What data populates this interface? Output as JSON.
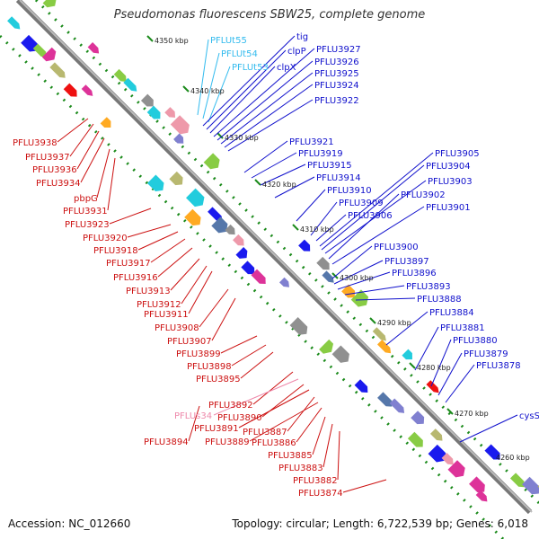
{
  "title": "Pseudomonas fluorescens SBW25, complete genome",
  "footer": {
    "accession": "Accession: NC_012660",
    "summary": "Topology: circular; Length: 6,722,539 bp; Genes: 6,018"
  },
  "colors": {
    "right_label": "#1010cc",
    "left_label": "#cc1010",
    "trna_label": "#33bbee",
    "pseudo_label": "#ee88aa",
    "scale_dot": "#1a8a1a",
    "backbone": "#8a8a8a"
  },
  "scale_labels": [
    "4350 kbp",
    "4340 kbp",
    "4330 kbp",
    "4320 kbp",
    "4310 kbp",
    "4300 kbp",
    "4290 kbp",
    "4280 kbp",
    "4270 kbp",
    "4260 kbp"
  ],
  "right_labels": [
    {
      "text": "PFLUt55",
      "color": "trna"
    },
    {
      "text": "PFLUt54",
      "color": "trna"
    },
    {
      "text": "PFLUt53",
      "color": "trna"
    },
    {
      "text": "tig",
      "color": "blue"
    },
    {
      "text": "clpP",
      "color": "blue"
    },
    {
      "text": "clpX",
      "color": "blue"
    },
    {
      "text": "PFLU3927",
      "color": "blue"
    },
    {
      "text": "PFLU3926",
      "color": "blue"
    },
    {
      "text": "PFLU3925",
      "color": "blue"
    },
    {
      "text": "PFLU3924",
      "color": "blue"
    },
    {
      "text": "PFLU3922",
      "color": "blue"
    },
    {
      "text": "PFLU3921",
      "color": "blue"
    },
    {
      "text": "PFLU3919",
      "color": "blue"
    },
    {
      "text": "PFLU3915",
      "color": "blue"
    },
    {
      "text": "PFLU3914",
      "color": "blue"
    },
    {
      "text": "PFLU3910",
      "color": "blue"
    },
    {
      "text": "PFLU3909",
      "color": "blue"
    },
    {
      "text": "PFLU3906",
      "color": "blue"
    },
    {
      "text": "PFLU3905",
      "color": "blue"
    },
    {
      "text": "PFLU3904",
      "color": "blue"
    },
    {
      "text": "PFLU3903",
      "color": "blue"
    },
    {
      "text": "PFLU3902",
      "color": "blue"
    },
    {
      "text": "PFLU3901",
      "color": "blue"
    },
    {
      "text": "PFLU3900",
      "color": "blue"
    },
    {
      "text": "PFLU3897",
      "color": "blue"
    },
    {
      "text": "PFLU3896",
      "color": "blue"
    },
    {
      "text": "PFLU3893",
      "color": "blue"
    },
    {
      "text": "PFLU3888",
      "color": "blue"
    },
    {
      "text": "PFLU3884",
      "color": "blue"
    },
    {
      "text": "PFLU3881",
      "color": "blue"
    },
    {
      "text": "PFLU3880",
      "color": "blue"
    },
    {
      "text": "PFLU3879",
      "color": "blue"
    },
    {
      "text": "PFLU3878",
      "color": "blue"
    },
    {
      "text": "cysS",
      "color": "blue"
    }
  ],
  "left_labels": [
    {
      "text": "PFLU3938",
      "color": "red"
    },
    {
      "text": "PFLU3937",
      "color": "red"
    },
    {
      "text": "PFLU3936",
      "color": "red"
    },
    {
      "text": "PFLU3934",
      "color": "red"
    },
    {
      "text": "pbpG",
      "color": "red"
    },
    {
      "text": "PFLU3931",
      "color": "red"
    },
    {
      "text": "PFLU3923",
      "color": "red"
    },
    {
      "text": "PFLU3920",
      "color": "red"
    },
    {
      "text": "PFLU3918",
      "color": "red"
    },
    {
      "text": "PFLU3917",
      "color": "red"
    },
    {
      "text": "PFLU3916",
      "color": "red"
    },
    {
      "text": "PFLU3913",
      "color": "red"
    },
    {
      "text": "PFLU3912",
      "color": "red"
    },
    {
      "text": "PFLU3911",
      "color": "red"
    },
    {
      "text": "PFLU3908",
      "color": "red"
    },
    {
      "text": "PFLU3907",
      "color": "red"
    },
    {
      "text": "PFLU3899",
      "color": "red"
    },
    {
      "text": "PFLU3898",
      "color": "red"
    },
    {
      "text": "PFLU3895",
      "color": "red"
    },
    {
      "text": "PFLU3892",
      "color": "red"
    },
    {
      "text": "PFLUs34",
      "color": "pseudo"
    },
    {
      "text": "PFLU3890",
      "color": "red"
    },
    {
      "text": "PFLU3891",
      "color": "red"
    },
    {
      "text": "PFLU3887",
      "color": "red"
    },
    {
      "text": "PFLU3889",
      "color": "red"
    },
    {
      "text": "PFLU3886",
      "color": "red"
    },
    {
      "text": "PFLU3894",
      "color": "red"
    },
    {
      "text": "PFLU3885",
      "color": "red"
    },
    {
      "text": "PFLU3883",
      "color": "red"
    },
    {
      "text": "PFLU3882",
      "color": "red"
    },
    {
      "text": "PFLU3874",
      "color": "red"
    }
  ]
}
